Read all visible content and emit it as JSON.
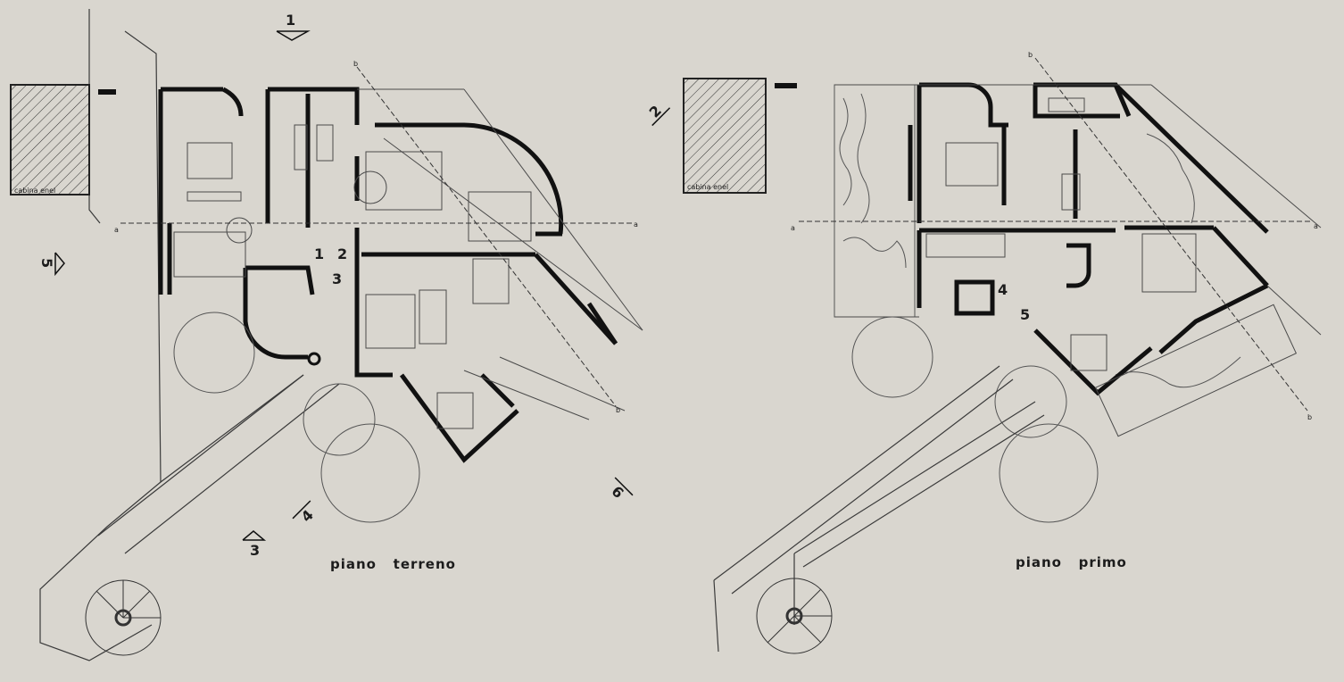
{
  "plans": [
    {
      "title": "piano   terreno",
      "building_label": "cabina enel"
    },
    {
      "title": "piano   primo",
      "building_label": "cabina enel"
    }
  ],
  "section_markers": [
    "1",
    "2",
    "3",
    "4",
    "5",
    "6"
  ],
  "stair_refs_ground": [
    "1",
    "2",
    "3"
  ],
  "stair_refs_first": [
    "4",
    "5"
  ],
  "cut_labels": [
    "a",
    "a",
    "b",
    "b",
    "a",
    "a",
    "b",
    "b"
  ],
  "colors": {
    "paper": "#d9d6cf",
    "ink": "#1c1c1c",
    "thin_line": "#4a4a4a"
  }
}
